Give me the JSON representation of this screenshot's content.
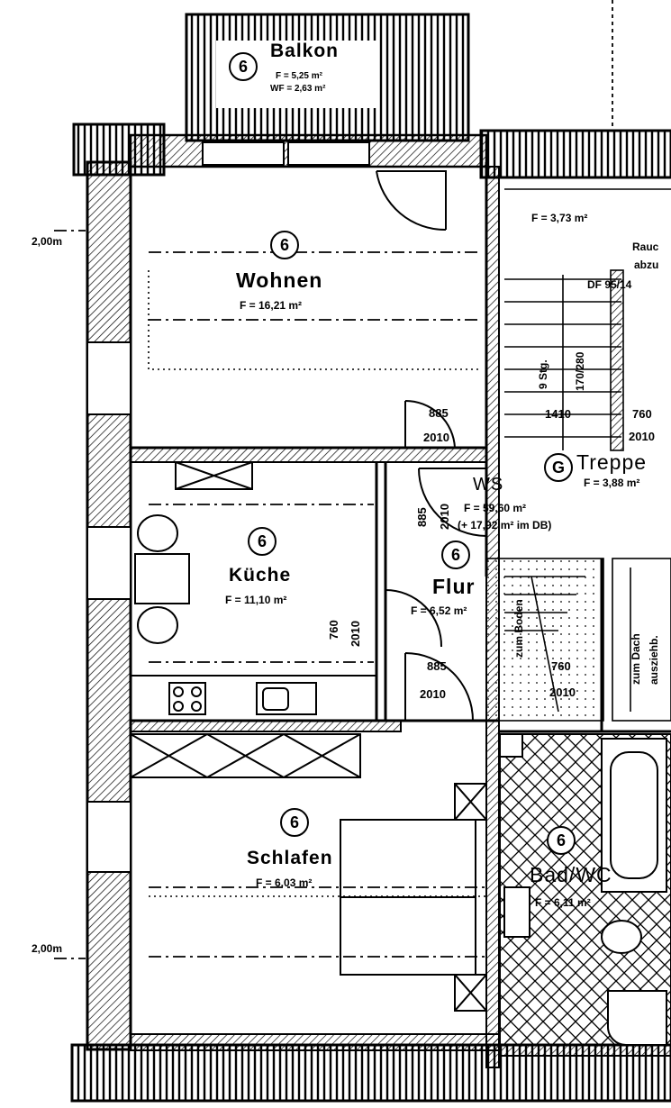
{
  "plan": {
    "level_marks": [
      "2,00m",
      "2,00m"
    ],
    "rooms": {
      "balkon": {
        "name": "Balkon",
        "area": "F = 5,25 m²",
        "wf": "WF = 2,63 m²",
        "mark": "6"
      },
      "wohnen": {
        "name": "Wohnen",
        "area": "F = 16,21 m²",
        "mark": "6"
      },
      "kueche": {
        "name": "Küche",
        "area": "F = 11,10 m²",
        "mark": "6"
      },
      "flur": {
        "name": "Flur",
        "area": "F = 6,52 m²",
        "mark": "6"
      },
      "schlafen": {
        "name": "Schlafen",
        "area": "F = 6,03 m²",
        "mark": "6"
      },
      "bad": {
        "name": "Bad/WC",
        "area": "F = 6,11 m²",
        "mark": "6"
      },
      "treppe": {
        "name": "Treppe",
        "area": "F = 3,88 m²",
        "mark": "G"
      },
      "upper_landing": {
        "area": "F = 3,73 m²"
      },
      "ws": {
        "name": "WS",
        "area": "F = 59,60 m²",
        "note": "(+ 17,92 m² im DB)"
      }
    },
    "doors": [
      {
        "id": "wohnen-door",
        "width": "885",
        "height": "2010"
      },
      {
        "id": "kueche-door",
        "width": "760",
        "height": "2010"
      },
      {
        "id": "ws-door",
        "width": "885",
        "height": "2010"
      },
      {
        "id": "flur-door",
        "width": "885",
        "height": "2010"
      },
      {
        "id": "lower-door",
        "width": "760",
        "height": "2010"
      },
      {
        "id": "stair-door",
        "width": "760",
        "height": "2010"
      }
    ],
    "stair": {
      "steps": "9 Stg.",
      "ratio": "170/280",
      "length": "1410"
    },
    "smoke_note": [
      "Rauc",
      "abzu",
      "DF 95/14"
    ],
    "stair_right": [
      "zum Dach",
      "ausziehb."
    ],
    "stair_left": "zum Boden"
  }
}
